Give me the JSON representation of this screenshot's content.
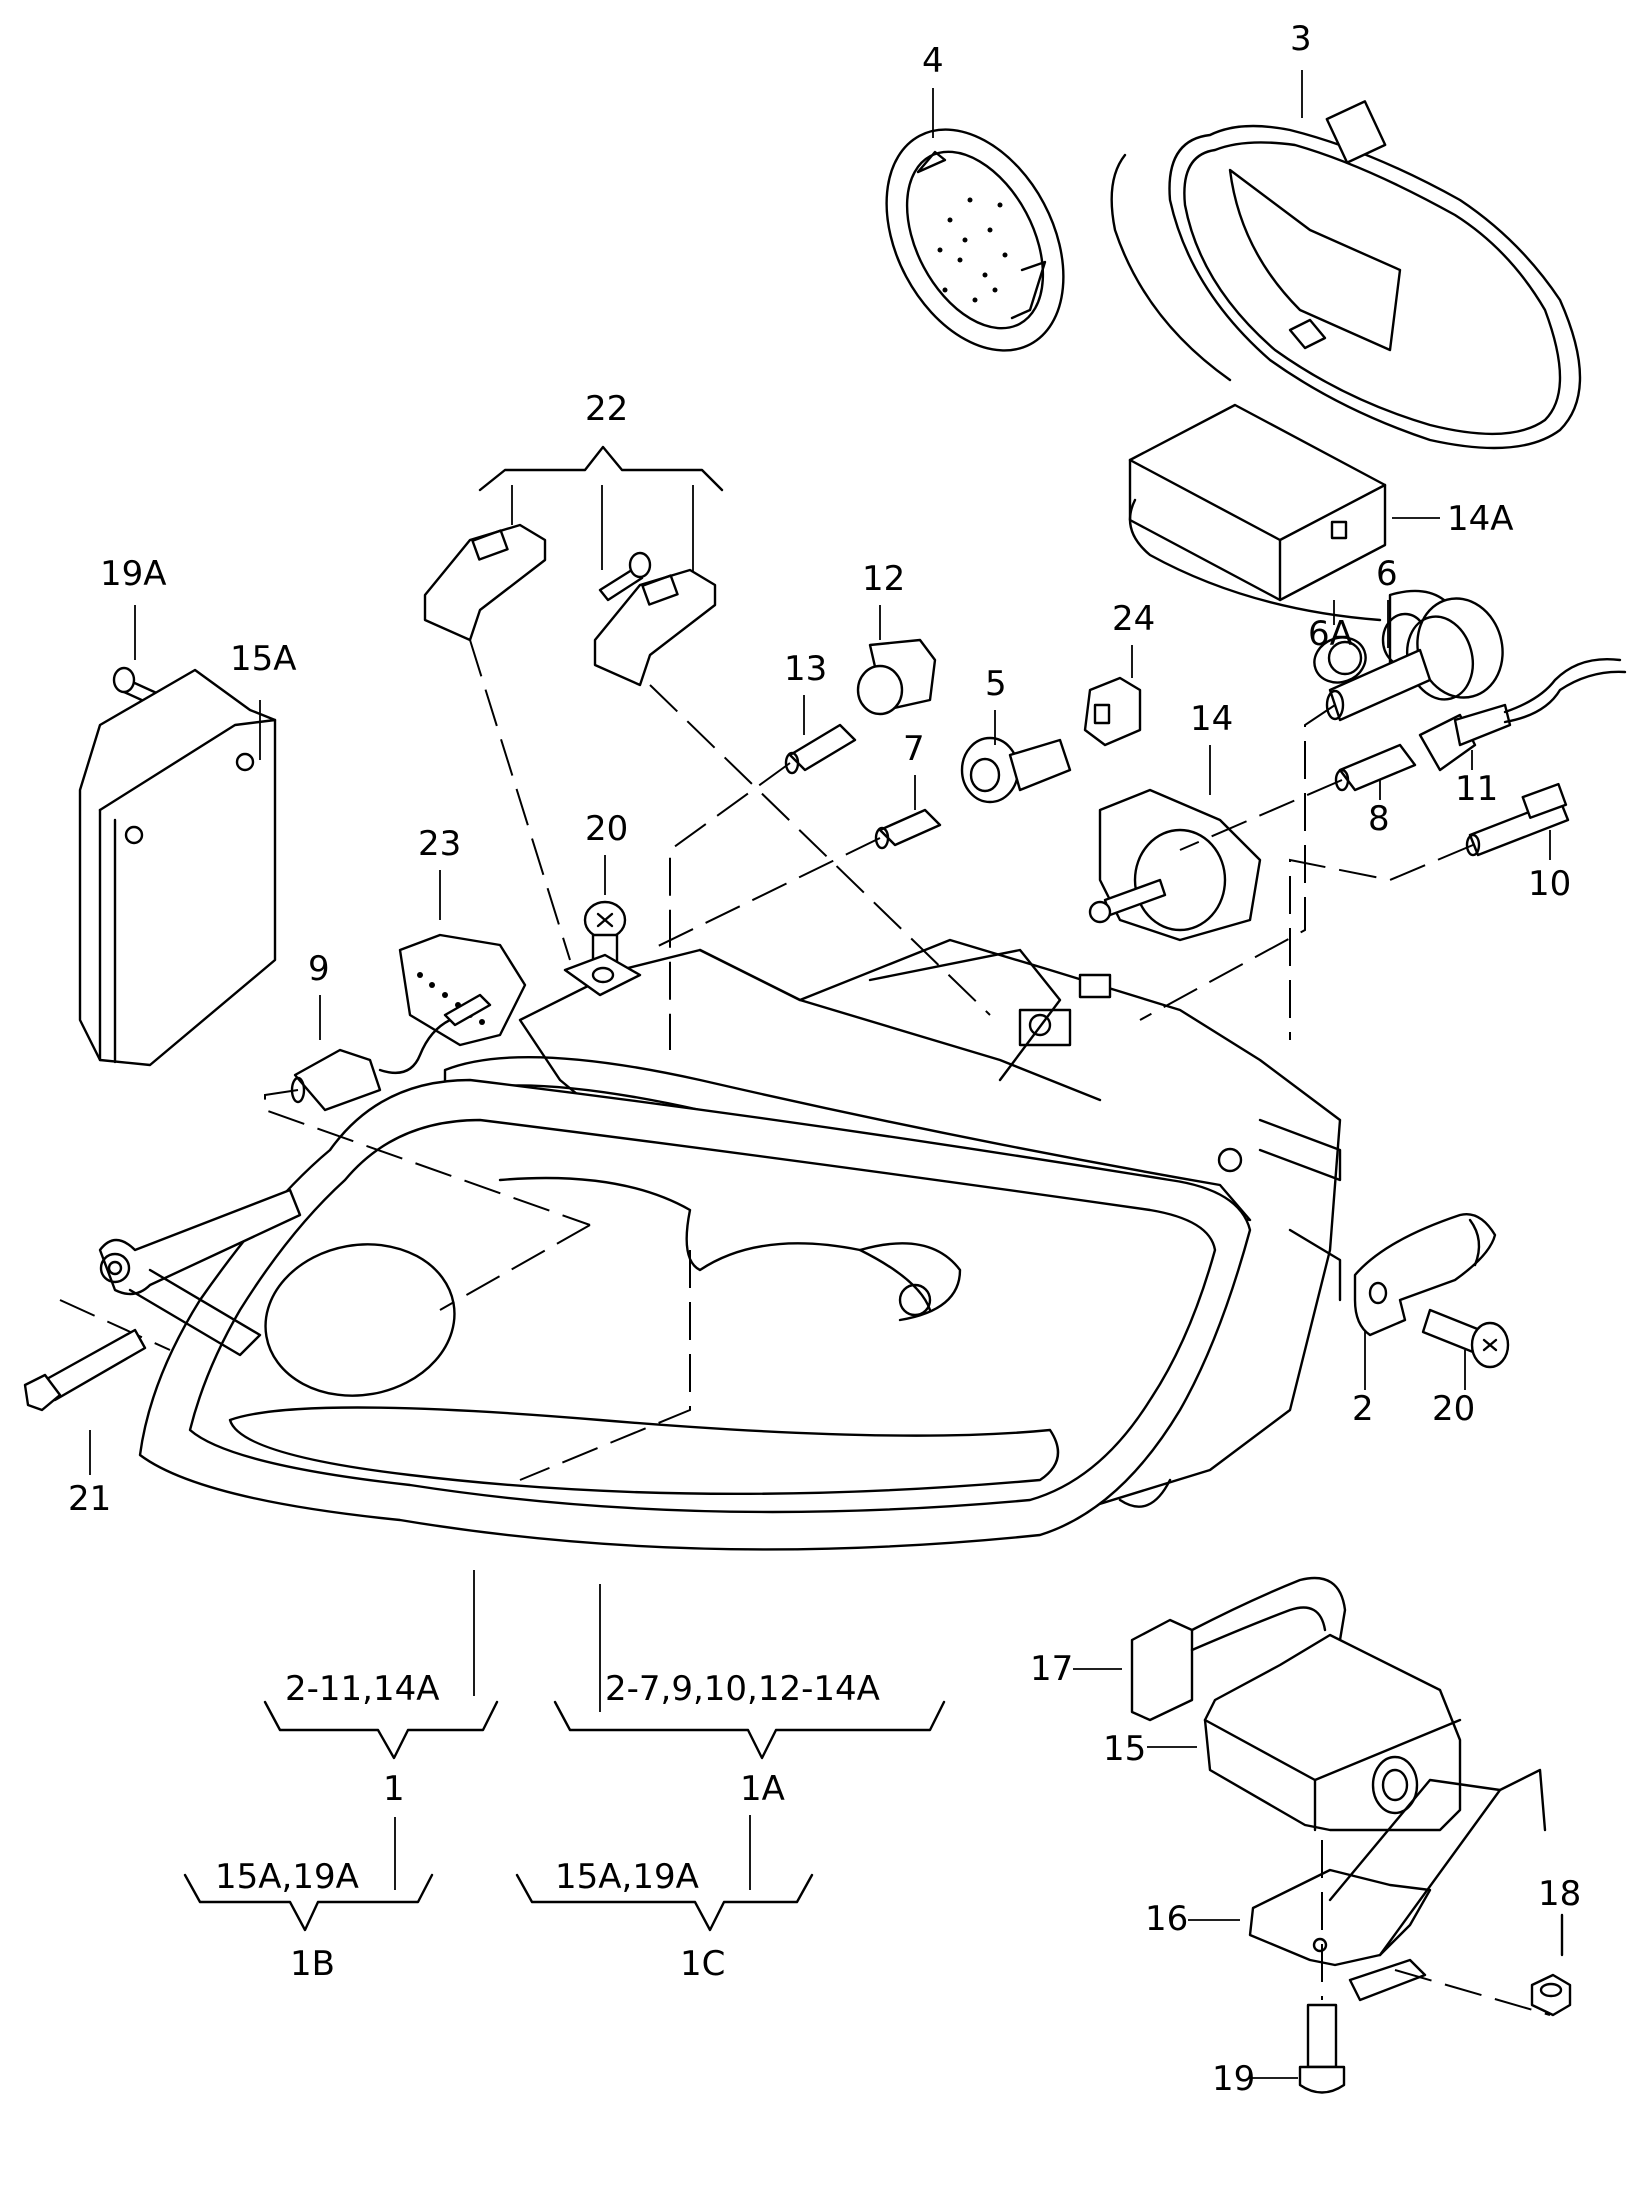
{
  "diagram": {
    "type": "exploded parts diagram",
    "subject": "headlight assembly",
    "colors": {
      "line": "#000000",
      "background": "#ffffff"
    },
    "callouts": {
      "p1": "1",
      "p1A": "1A",
      "p1B": "1B",
      "p1C": "1C",
      "p2": "2",
      "p3": "3",
      "p4": "4",
      "p5": "5",
      "p6": "6",
      "p6A": "6A",
      "p7": "7",
      "p8": "8",
      "p9": "9",
      "p10": "10",
      "p11": "11",
      "p12": "12",
      "p13": "13",
      "p14": "14",
      "p14A": "14A",
      "p15": "15",
      "p15A": "15A",
      "p16": "16",
      "p17": "17",
      "p18": "18",
      "p19": "19",
      "p19A": "19A",
      "p20a": "20",
      "p20b": "20",
      "p21": "21",
      "p22": "22",
      "p23": "23",
      "p24": "24"
    },
    "groups": {
      "g1_contents": "2-11,14A",
      "g1A_contents": "2-7,9,10,12-14A",
      "g1B_contents": "15A,19A",
      "g1C_contents": "15A,19A"
    }
  }
}
